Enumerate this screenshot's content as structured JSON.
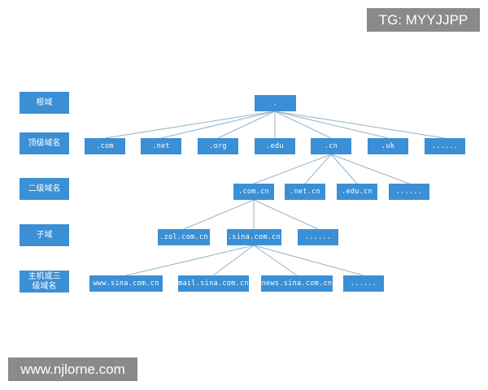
{
  "watermarks": {
    "top": "TG: MYYJJPP",
    "bottom": "www.njlorne.com"
  },
  "levels": [
    "根域",
    "顶级域名",
    "二级域名",
    "子域",
    "主机或三级域名"
  ],
  "nodes": {
    "root": ".",
    "tld": [
      ".com",
      ".net",
      ".org",
      ".edu",
      ".cn",
      ".uk",
      "......"
    ],
    "second": [
      ".com.cn",
      ".net.cn",
      ".edu.cn",
      "......"
    ],
    "sub": [
      ".zol.com.cn",
      ".sina.com.cn",
      "......"
    ],
    "host": [
      "www.sina.com.cn",
      "mail.sina.com.cn",
      "news.sina.com.cn",
      "......"
    ]
  },
  "colors": {
    "box": "#3b8fd4",
    "edge": "#8fb4c9",
    "watermark": "#8a8a8a"
  }
}
